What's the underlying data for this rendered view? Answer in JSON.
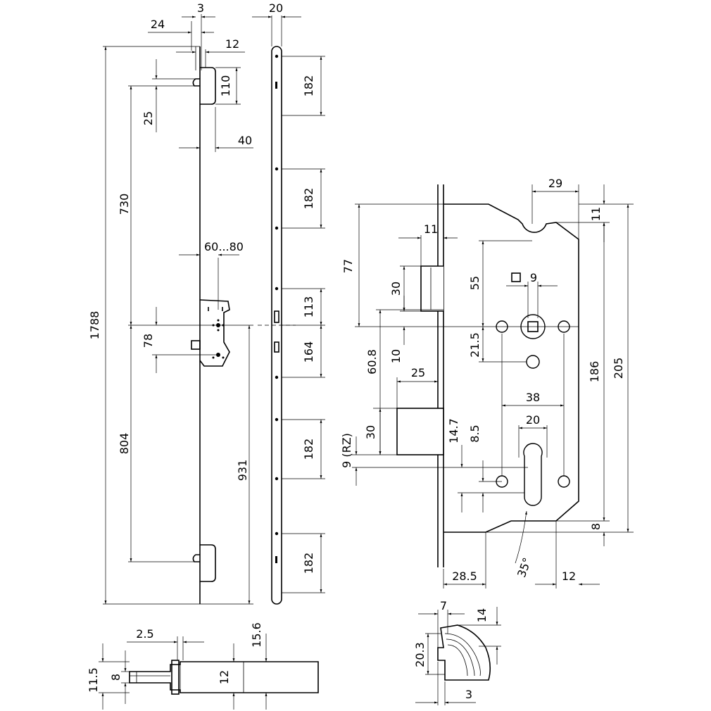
{
  "drawing": {
    "strip_top_dims": {
      "w24": "24",
      "w3": "3",
      "w12": "12",
      "w20": "20"
    },
    "strip_side": {
      "total": "1788",
      "upper_spacing": "730",
      "lower_spacing": "804",
      "gear_to_bottom": "931",
      "hook_offset": "25",
      "hook_height": "110",
      "backset_40": "40",
      "backset_range": "60...80",
      "gear_spacing": "78"
    },
    "faceplate": {
      "seg1": "182",
      "seg2": "182",
      "seg3": "113",
      "seg4": "164",
      "seg5": "182",
      "seg6": "182"
    },
    "lock_body": {
      "top_notch": "29",
      "top_offset": "11",
      "latch_width": "11",
      "latch_from_top": "77",
      "latch_height": "30",
      "latch_below": "10",
      "spindle_from_top": "55",
      "square": "9",
      "spindle_to_lower": "21.5",
      "spindle_to_cyl": "38",
      "bolt_offset": "60.8",
      "bolt_depth": "25",
      "bolt_height": "30",
      "rz": "9 (RZ)",
      "cyl_pos": "14.7",
      "cyl_pos2": "8.5",
      "cyl_width": "20",
      "height_inner": "186",
      "height_outer": "205",
      "bottom_8": "8",
      "angle": "35°",
      "backset_28": "28.5",
      "edge_12": "12"
    },
    "profile": {
      "w7": "7",
      "h14": "14",
      "h20": "20.3",
      "w3": "3"
    },
    "bottom_view": {
      "d2_5": "2.5",
      "d11_5": "11.5",
      "d8": "8",
      "d12": "12",
      "d15_6": "15.6"
    }
  }
}
